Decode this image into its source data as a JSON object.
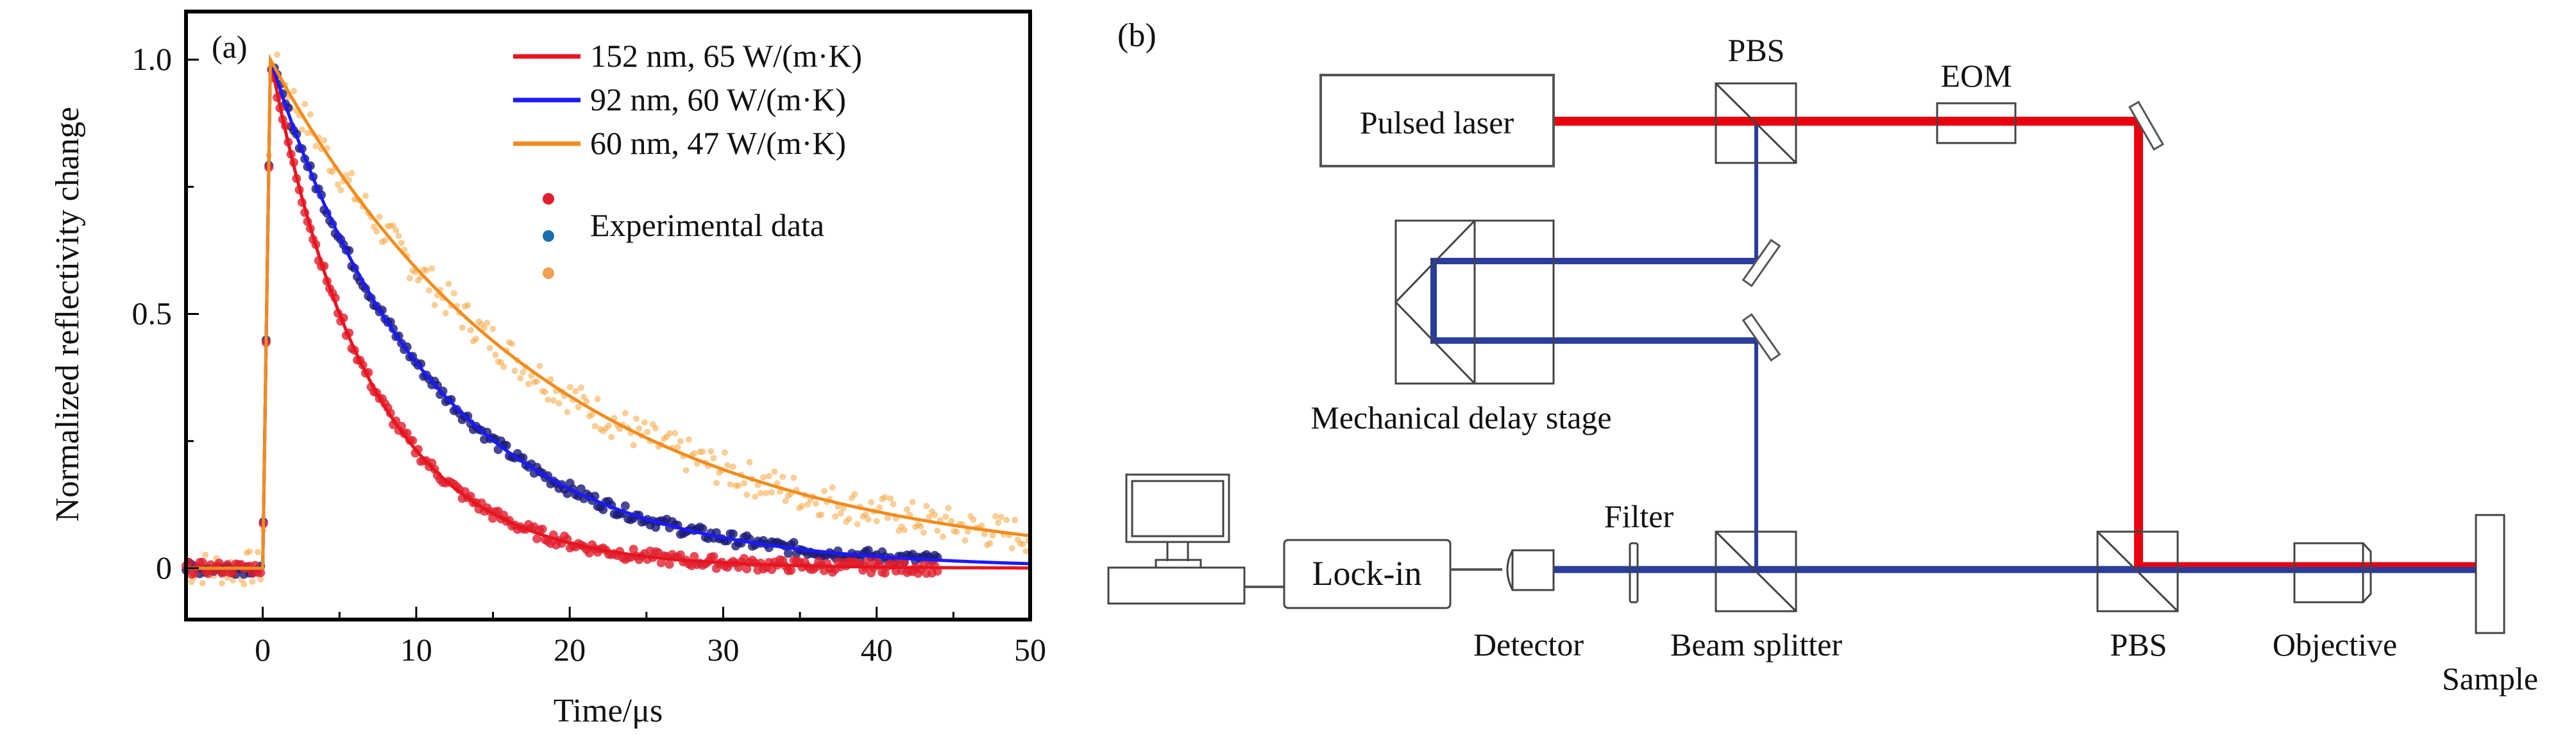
{
  "panel_a": {
    "label": "(a)",
    "chart_data": {
      "type": "line",
      "title": "",
      "xlabel": "Time/μs",
      "ylabel": "Normalized reflectivity change",
      "xlim": [
        -5,
        50
      ],
      "ylim": [
        -0.1,
        1.1
      ],
      "xticks": [
        0,
        10,
        20,
        30,
        40,
        50
      ],
      "xtick_labels": [
        "0",
        "10",
        "20",
        "30",
        "40",
        "50"
      ],
      "yticks": [
        0,
        0.5,
        1.0
      ],
      "ytick_labels": [
        "0",
        "0.5",
        "1.0"
      ],
      "grid": false,
      "legend_position": "top-right",
      "series": [
        {
          "name": "152 nm, 65 W/(m·K)",
          "color": "#e8141e",
          "data_color": "#e02030",
          "peak_time": 0.5,
          "decay_tau": 6.5,
          "data_end": 44
        },
        {
          "name": "92 nm, 60 W/(m·K)",
          "color": "#1a1aff",
          "data_color": "#1c1c78",
          "peak_time": 0.5,
          "decay_tau": 10.5,
          "data_end": 44
        },
        {
          "name": "60 nm, 47 W/(m·K)",
          "color": "#f08c1e",
          "data_color": "#f5a640",
          "peak_time": 0.5,
          "decay_tau": 18,
          "data_end": 50
        }
      ],
      "legend_markers_label": "Experimental data",
      "legend_marker_colors": [
        "#e02030",
        "#1a6fb0",
        "#f0a050"
      ]
    }
  },
  "panel_b": {
    "label": "(b)",
    "components": {
      "pulsed_laser": "Pulsed laser",
      "pbs_top": "PBS",
      "eom": "EOM",
      "delay_stage": "Mechanical delay stage",
      "filter": "Filter",
      "lock_in": "Lock-in",
      "detector": "Detector",
      "beam_splitter": "Beam splitter",
      "pbs_bottom": "PBS",
      "objective": "Objective",
      "sample": "Sample"
    },
    "colors": {
      "pump_beam": "#e8000e",
      "probe_beam": "#2a3c9c",
      "outline": "#555555"
    }
  }
}
